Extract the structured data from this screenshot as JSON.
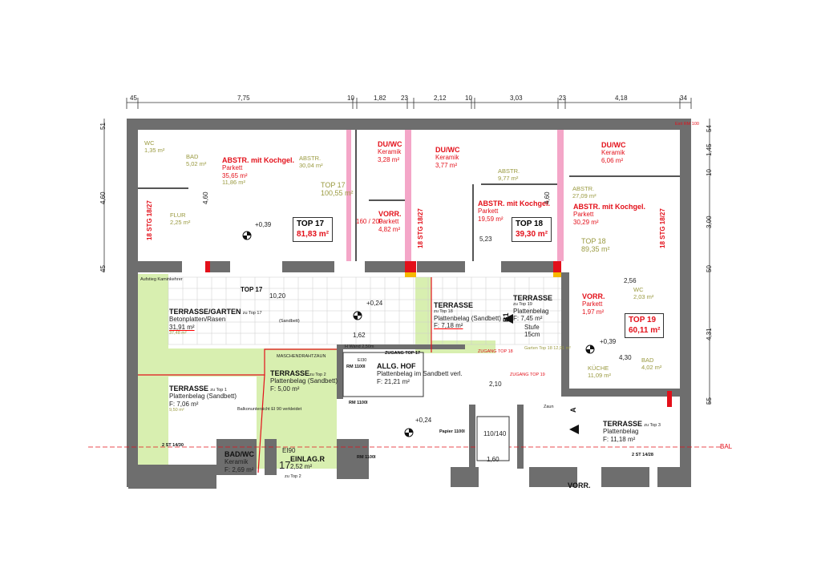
{
  "top_dimensions": [
    "45",
    "7,75",
    "10",
    "1,82",
    "23",
    "2,12",
    "10",
    "3,03",
    "23",
    "4,18",
    "34"
  ],
  "left_dimensions": [
    "51",
    "4,60",
    "45"
  ],
  "right_dimensions": [
    "54",
    "1,45",
    "10",
    "3,00",
    "50",
    "4,31",
    "55"
  ],
  "top17": {
    "wc": {
      "name": "WC",
      "area": "1,35 m²"
    },
    "bad": {
      "name": "BAD",
      "area": "5,02 m²"
    },
    "living": {
      "name": "ABSTR. mit Kochgel.",
      "floor": "Parkett",
      "area": "35,65 m²",
      "area2": "11,86 m²"
    },
    "abstr": {
      "name": "ABSTR.",
      "area": "30,04 m²"
    },
    "total_old": {
      "name": "TOP 17",
      "area": "100,55 m²"
    },
    "flur": {
      "name": "FLUR",
      "area": "2,25 m²"
    },
    "level": "+0,39",
    "box": {
      "name": "TOP 17",
      "area": "81,83 m²"
    },
    "duwc": {
      "name": "DU/WC",
      "floor": "Keramik",
      "area": "3,28 m²"
    },
    "vorr": {
      "name": "VORR.",
      "floor": "Parkett",
      "area": "4,82 m²"
    },
    "stair": "18 STG 18/27",
    "dim_height": "4,60",
    "door": "160 / 200"
  },
  "top18": {
    "duwc": {
      "name": "DU/WC",
      "floor": "Keramik",
      "area": "3,77 m²"
    },
    "abstr": {
      "name": "ABSTR.",
      "area": "9,77 m²"
    },
    "living": {
      "name": "ABSTR. mit Kochgel.",
      "floor": "Parkett",
      "area": "19,59 m²"
    },
    "box": {
      "name": "TOP 18",
      "area": "39,30 m²"
    },
    "dim_width": "5,23",
    "dim_height": "4,60",
    "stair": "18 STG 18/27"
  },
  "top18_right": {
    "duwc": {
      "name": "DU/WC",
      "floor": "Keramik",
      "area": "6,06 m²"
    },
    "abstr": {
      "name": "ABSTR.",
      "area": "27,09 m²"
    },
    "living": {
      "name": "ABSTR. mit Kochgel.",
      "floor": "Parkett",
      "area": "30,29 m²"
    },
    "total_old": {
      "name": "TOP 18",
      "area": "89,35 m²"
    },
    "stair": "18 STG 18/27",
    "exit": "Exit RM 100"
  },
  "outdoor": {
    "top17_label": "TOP 17",
    "dim_1020": "10,20",
    "garden": {
      "name": "TERRASSE/GARTEN",
      "suffix": "zu Top 17",
      "floor": "Betonplatten/Rasen",
      "area": "31,91 m²",
      "area2": "37,48 m²",
      "note": "(Sandbett)"
    },
    "level": "+0,24",
    "dim_162": "1,62",
    "wall": "H Wand 2,50m",
    "fence": "MASCHENDRAHTZAUN",
    "court": {
      "name": "ALLG. HOF",
      "floor": "Plattenbelag im Sandbett verl.",
      "area": "F: 21,21 m²"
    },
    "access17": "ZUGANG TOP 17",
    "terrace2": {
      "name": "TERRASSE",
      "suffix": "zu Top 2",
      "floor": "Plattenbelag (Sandbett)",
      "area": "F: 5,00 m²"
    },
    "terrace1": {
      "name": "TERRASSE",
      "suffix": "zu Top 1",
      "floor": "Plattenbelag (Sandbett)",
      "area": "F: 7,06 m²",
      "area2": "9,50 m²"
    },
    "balcony": "Balkonuntersicht EI 90 verkleidet",
    "stairs_left": "2 ST 14/30",
    "chimney": "Aufstieg Kaminkehrer",
    "bin1": "RM 1100l",
    "bin2": "RM 1100l",
    "bin3": "RM 1100l",
    "ei30": "EI30",
    "badwc": {
      "name": "BAD/WC",
      "floor": "Keramik",
      "area": "F: 2,69 m²"
    },
    "storage": {
      "name": "EINLAG.R",
      "num": "17",
      "area": "2,52 m²",
      "sub": "zu Top 2"
    },
    "ei90": "EI90",
    "terrace18": {
      "name": "TERRASSE",
      "suffix": "zu Top 18",
      "floor": "Plattenbelag (Sandbett)",
      "area": "F: 7,18 m²"
    },
    "terrace19": {
      "name": "TERRASSE",
      "suffix": "zu Top 19",
      "floor": "Plattenbelag",
      "area": "F: 7,45 m²"
    },
    "step": {
      "name": "Stufe",
      "height": "15cm"
    },
    "garden18": "Garten Top 18 12,91 m²",
    "access18": "ZUGANG TOP 18",
    "access19": "ZUGANG TOP 19",
    "section_b": "B1",
    "section_a": "A",
    "dim_210": "2,10",
    "dim_160": "1,60",
    "lift": "110/140",
    "level2": "+0,24",
    "paper": "Papier 1100l",
    "fence2": "Zaun",
    "bal": "BAL",
    "vorr": "VORR.",
    "terrace3": {
      "name": "TERRASSE",
      "suffix": "zu Top 3",
      "floor": "Plattenbelag",
      "area": "F: 11,18 m²"
    },
    "stairs_right": "2 ST 14/28"
  },
  "top19": {
    "vorr": {
      "name": "VORR.",
      "floor": "Parkett",
      "area": "1,97 m²"
    },
    "box": {
      "name": "TOP 19",
      "area": "60,11 m²"
    },
    "wc": {
      "name": "WC",
      "area": "2,03 m²"
    },
    "bad": {
      "name": "BAD",
      "area": "4,02 m²"
    },
    "kitchen": {
      "name": "KÜCHE",
      "area": "11,09 m²"
    },
    "level": "+0,39",
    "dim_256": "2,56",
    "dim_430": "4,30"
  },
  "colors": {
    "wall": "#6e6e6e",
    "red": "#e3101a",
    "pink": "#f4a6c8",
    "green": "#d8efb0",
    "orange": "#f6b800"
  }
}
